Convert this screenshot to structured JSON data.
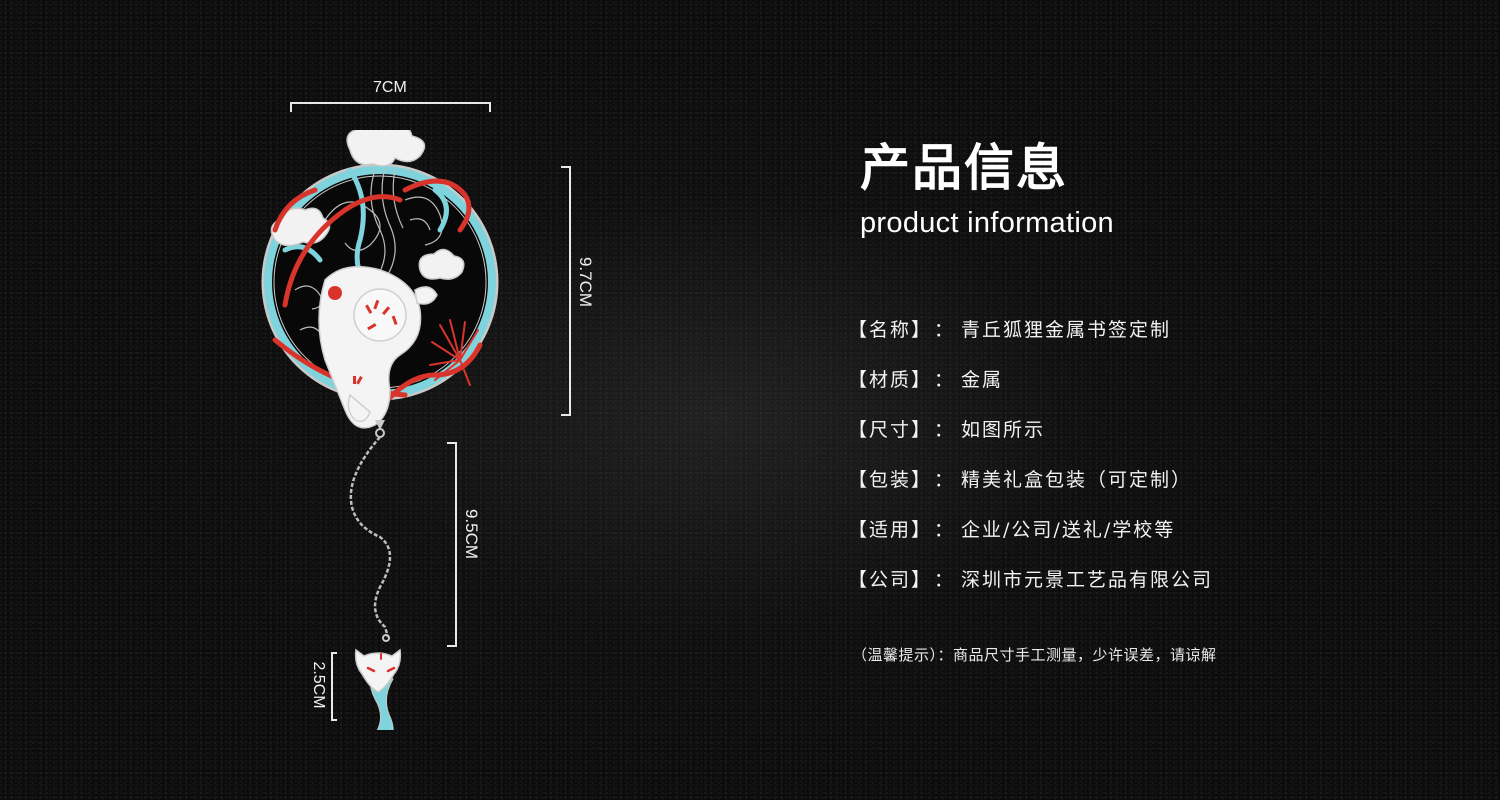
{
  "dimensions": {
    "width_label": "7CM",
    "body_height_label": "9.7CM",
    "chain_length_label": "9.5CM",
    "pendant_height_label": "2.5CM"
  },
  "header": {
    "title_cn": "产品信息",
    "title_en": "product information"
  },
  "specs": [
    {
      "key": "【名称】",
      "sep": "：",
      "value": "青丘狐狸金属书签定制"
    },
    {
      "key": "【材质】",
      "sep": "：",
      "value": "金属"
    },
    {
      "key": "【尺寸】",
      "sep": "：",
      "value": "如图所示"
    },
    {
      "key": "【包装】",
      "sep": "：",
      "value": "精美礼盒包装（可定制）"
    },
    {
      "key": "【适用】",
      "sep": "：",
      "value": "企业/公司/送礼/学校等"
    },
    {
      "key": "【公司】",
      "sep": "：",
      "value": "深圳市元景工艺品有限公司"
    }
  ],
  "note": "（温馨提示）：商品尺寸手工测量，少许误差，请谅解",
  "colors": {
    "background": "#0c0c0c",
    "text": "#ffffff",
    "enamel_red": "#d9342b",
    "enamel_cyan": "#7ed3dc",
    "enamel_white": "#f2f2f2",
    "metal_silver": "#c9c9c9"
  },
  "product_image": {
    "subject": "fox-bookmark",
    "pendant": "fox-head-charm"
  }
}
